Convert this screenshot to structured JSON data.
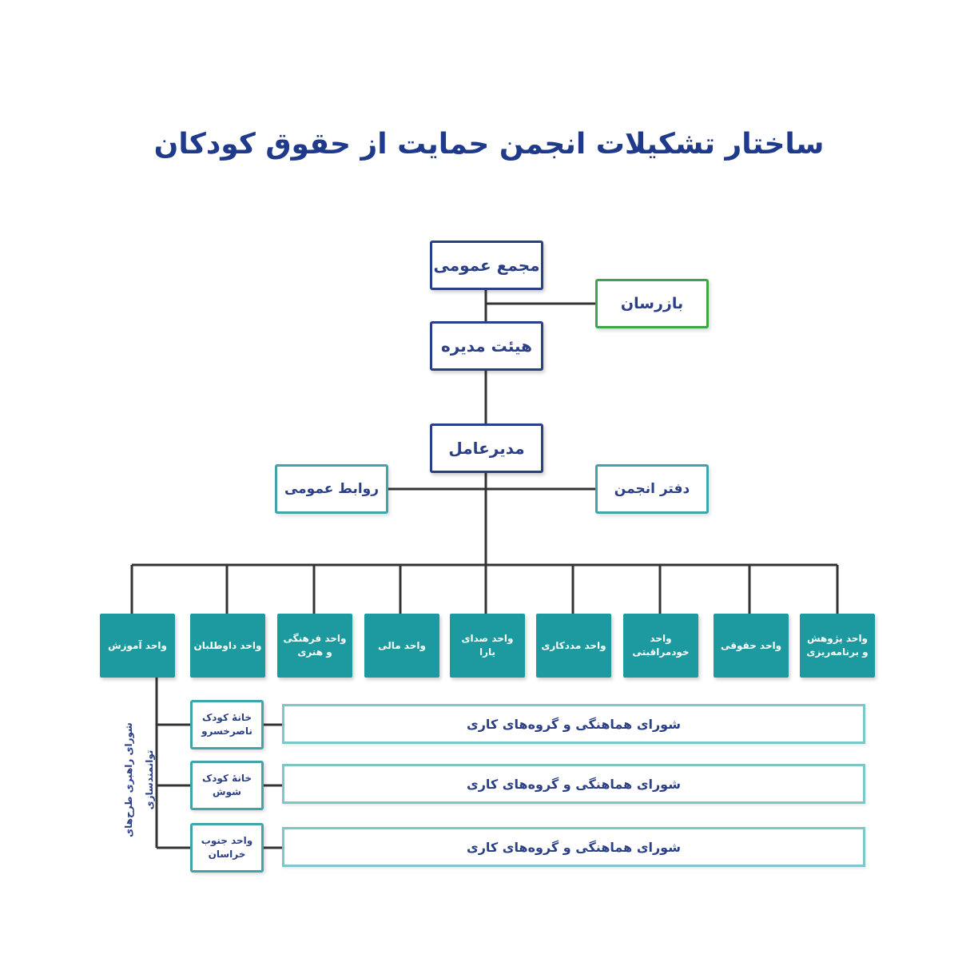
{
  "title": "ساختار تشکیلات انجمن حمایت از حقوق کودکان",
  "top": {
    "general_assembly": "مجمع عمومی",
    "inspectors": "بازرسان",
    "board": "هیئت مدیره",
    "ceo": "مدیرعامل",
    "public_relations": "روابط عمومی",
    "office": "دفتر انجمن"
  },
  "units": [
    "واحد آموزش",
    "واحد داوطلبان",
    "واحد فرهنگی و هنری",
    "واحد مالی",
    "واحد صدای یارا",
    "واحد مددکاری",
    "واحد خودمراقبتی",
    "واحد حقوقی",
    "واحد پژوهش و برنامه‌ریزی"
  ],
  "steering_label": "شورای راهبری طرح‌های توانمندسازی",
  "branches": [
    {
      "name": "خانهٔ کودک ناصرخسرو",
      "council": "شورای هماهنگی و گروه‌های کاری"
    },
    {
      "name": "خانهٔ کودک شوش",
      "council": "شورای هماهنگی و گروه‌های کاری"
    },
    {
      "name": "واحد جنوب خراسان",
      "council": "شورای هماهنگی و گروه‌های کاری"
    }
  ],
  "colors": {
    "navy": "#2b3f87",
    "teal": "#1d9aa0",
    "green": "#3ea64a",
    "line": "#333333"
  }
}
